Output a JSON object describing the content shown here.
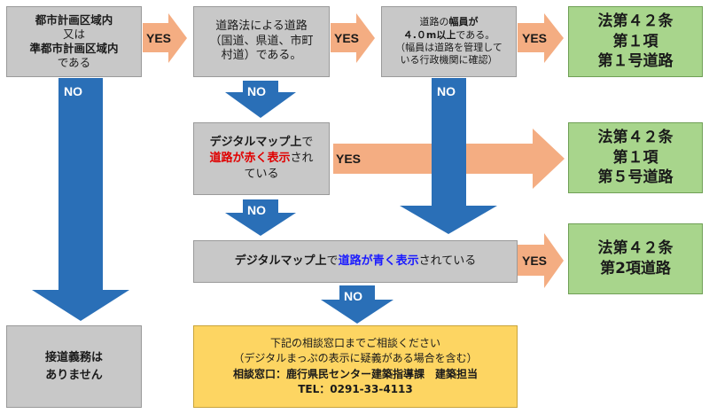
{
  "nodes": {
    "q1": {
      "line1": "都市計画区域内",
      "line2": "又は",
      "line3": "準都市計画区域内",
      "line4": "である"
    },
    "q2": {
      "line1": "道路法による道路",
      "line2": "（国道、県道、市町",
      "line3": "村道）である。"
    },
    "q3": {
      "line1": "道路の",
      "line1_bold": "幅員が",
      "line2": "４.０m以上",
      "line2_rest": "である。",
      "line3": "（幅員は道路を管理して",
      "line4": "いる行政機関に確認）"
    },
    "q4": {
      "part1": "デジタルマップ上",
      "part2": "で",
      "part3": "道路が赤く表示",
      "part4": "され",
      "part5": "ている"
    },
    "q5": {
      "part1": "デジタルマップ上",
      "part2": "で",
      "part3": "道路が青く表示",
      "part4": "されている"
    },
    "r1": {
      "line1": "法第４２条",
      "line2": "第１項",
      "line3": "第１号道路"
    },
    "r2": {
      "line1": "法第４２条",
      "line2": "第１項",
      "line3": "第５号道路"
    },
    "r3": {
      "line1": "法第４２条",
      "line2": "第2項道路"
    },
    "none": {
      "line1": "接道義務は",
      "line2": "ありません"
    },
    "consult": {
      "line1": "下記の相談窓口までご相談ください",
      "line2": "（デジタルまっぷの表示に疑義がある場合を含む）",
      "line3": "相談窓口：鹿行県民センター建築指導課　建築担当",
      "line4": "TEL：0291-33-4113"
    }
  },
  "labels": {
    "yes": "YES",
    "no": "NO"
  },
  "colors": {
    "gray_box": "#c8c8c8",
    "green_box": "#a8d58c",
    "yellow_box": "#fdd562",
    "yes_arrow": "#f4ad82",
    "no_arrow": "#2a6fb7"
  }
}
